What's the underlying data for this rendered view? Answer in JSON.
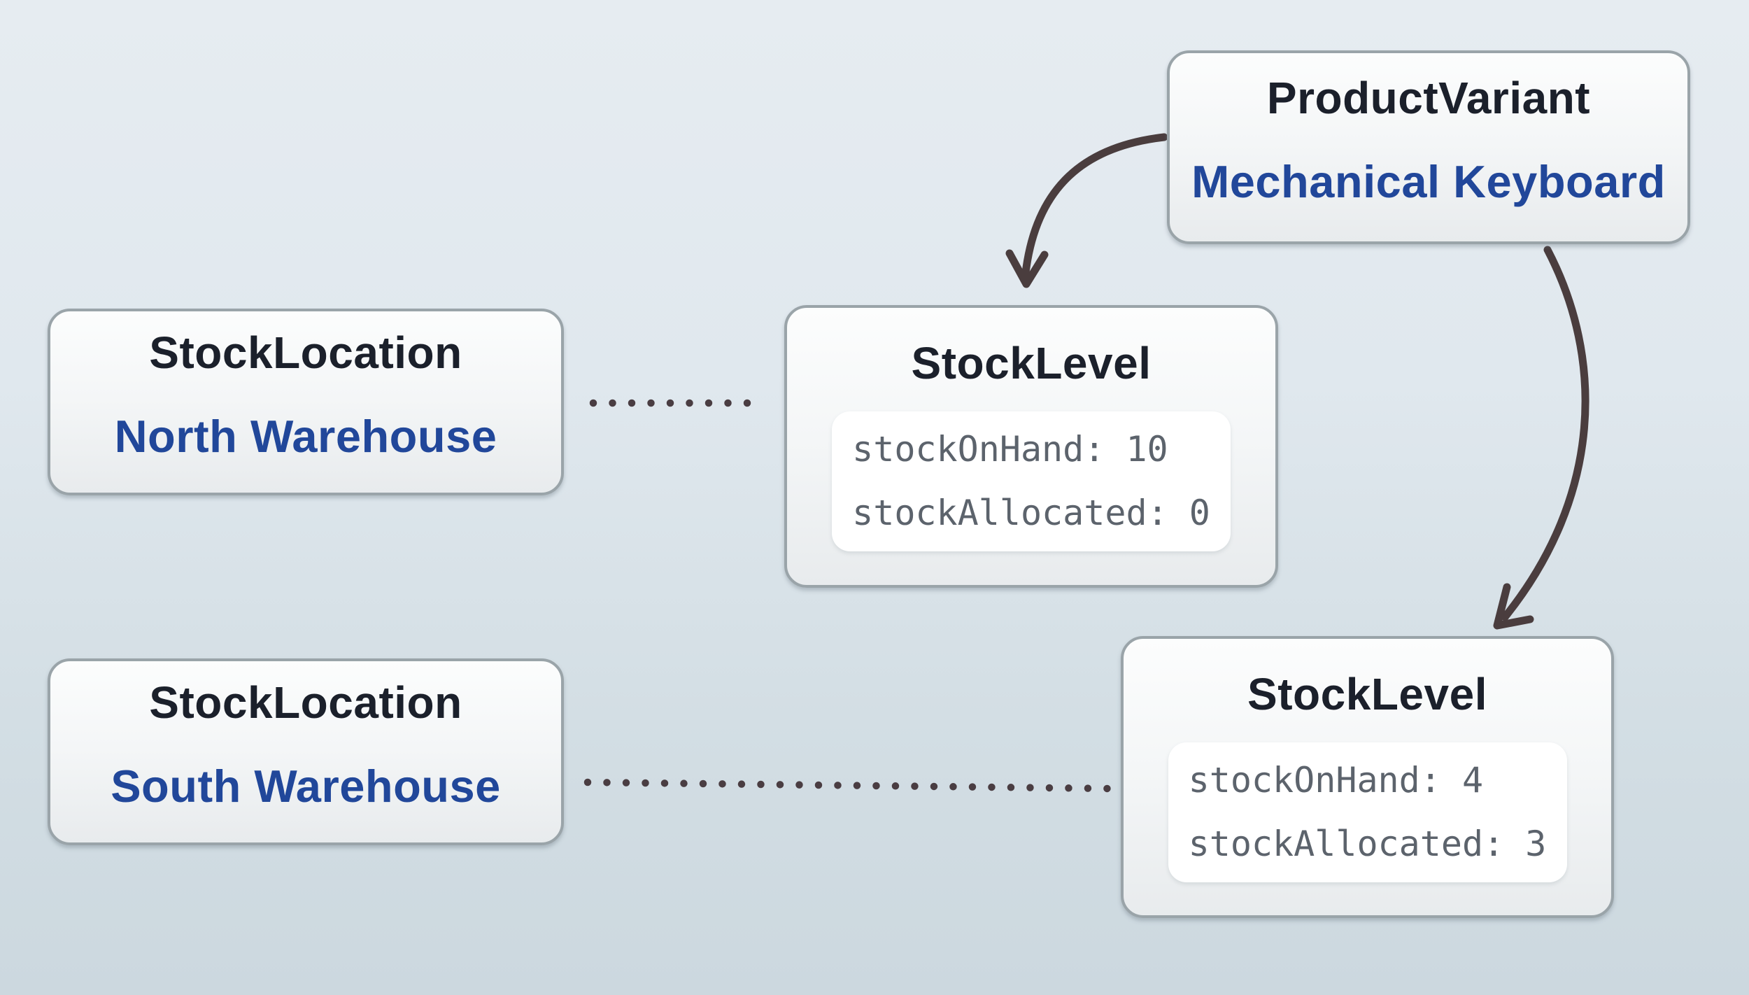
{
  "diagram": {
    "nodes": {
      "product_variant": {
        "type_label": "ProductVariant",
        "name": "Mechanical Keyboard"
      },
      "stock_location_north": {
        "type_label": "StockLocation",
        "name": "North Warehouse"
      },
      "stock_location_south": {
        "type_label": "StockLocation",
        "name": "South Warehouse"
      },
      "stock_level_north": {
        "type_label": "StockLevel",
        "attributes": [
          "stockOnHand: 10",
          "stockAllocated: 0"
        ]
      },
      "stock_level_south": {
        "type_label": "StockLevel",
        "attributes": [
          "stockOnHand: 4",
          "stockAllocated: 3"
        ]
      }
    },
    "connections": [
      {
        "from": "product_variant",
        "to": "stock_level_north",
        "style": "curved-arrow"
      },
      {
        "from": "product_variant",
        "to": "stock_level_south",
        "style": "curved-arrow"
      },
      {
        "from": "stock_location_north",
        "to": "stock_level_north",
        "style": "dotted-line"
      },
      {
        "from": "stock_location_south",
        "to": "stock_level_south",
        "style": "dotted-line"
      }
    ],
    "colors": {
      "background_top": "#e6ecf1",
      "background_bottom": "#ccd8df",
      "node_border": "#9aa4a9",
      "node_fill_top": "#fcfdfd",
      "node_fill_bottom": "#e8ebed",
      "type_label_text": "#1b202b",
      "entity_name_text": "#21479a",
      "attribute_text": "#5c636c",
      "attribute_panel_fill": "#ffffff",
      "connector": "#4a3d3e"
    }
  }
}
